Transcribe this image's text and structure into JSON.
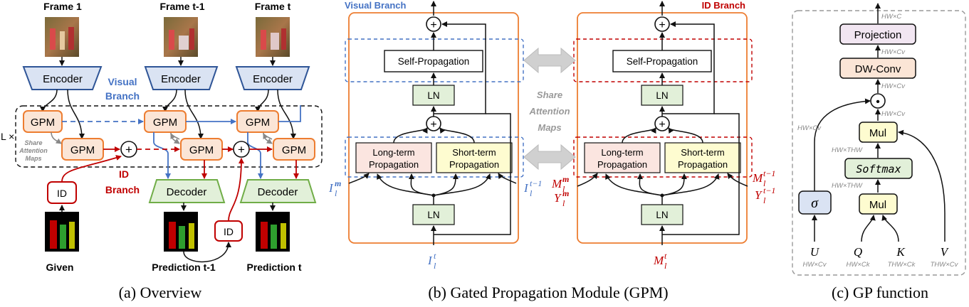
{
  "colors": {
    "visual_blue": "#4472c4",
    "id_red": "#c00000",
    "encoder_fill": "#dae3f3",
    "decoder_fill": "#e2f0d9",
    "gpm_fill": "#fbe5d6",
    "gpm_stroke": "#ed7d31",
    "ln_fill": "#e2f0d9",
    "long_fill": "#fbe5e0",
    "short_fill": "#fefcd0",
    "proj_fill": "#f2e6f2"
  },
  "overview": {
    "frame1": "Frame 1",
    "frame_t1": "Frame t-1",
    "frame_t": "Frame t",
    "encoder": "Encoder",
    "decoder": "Decoder",
    "gpm": "GPM",
    "visual_branch_1": "Visual",
    "visual_branch_2": "Branch",
    "id_branch_1": "ID",
    "id_branch_2": "Branch",
    "lx": "L ×",
    "share_1": "Share",
    "share_2": "Attention",
    "share_3": "Maps",
    "id": "ID",
    "plus": "+",
    "given": "Given",
    "pred_t1": "Prediction t-1",
    "pred_t": "Prediction t",
    "caption": "(a) Overview"
  },
  "gpm_module": {
    "visual_branch": "Visual Branch",
    "id_branch": "ID Branch",
    "self_prop": "Self-Propagation",
    "ln": "LN",
    "long_1": "Long-term",
    "long_2": "Propagation",
    "short_1": "Short-term",
    "short_2": "Propagation",
    "share_1": "Share",
    "share_2": "Attention",
    "share_3": "Maps",
    "plus": "+",
    "I_m": "I",
    "I_m_sup": "m",
    "I_m_sub": "l",
    "I_t1": "I",
    "I_t1_sup": "t−1",
    "I_t1_sub": "l",
    "I_t": "I",
    "I_t_sup": "t",
    "I_t_sub": "l",
    "M_m": "M",
    "M_m_sup": "m",
    "M_m_sub": "l",
    "Y_m": "Y",
    "Y_m_sup": "m",
    "Y_m_sub": "l",
    "M_t1": "M",
    "M_t1_sup": "t−1",
    "M_t1_sub": "l",
    "Y_t1": "Y",
    "Y_t1_sup": "t−1",
    "Y_t1_sub": "l",
    "M_t": "M",
    "M_t_sup": "t",
    "M_t_sub": "l",
    "caption": "(b) Gated Propagation Module (GPM)"
  },
  "gp_function": {
    "projection": "Projection",
    "dwconv": "DW-Conv",
    "mul": "Mul",
    "softmax": "Softmax",
    "sigma": "σ",
    "dot": "•",
    "dim_out": "HW×C",
    "dim_cv": "HW×Cv",
    "dim_thw": "HW×THW",
    "dim_ck": "HW×Ck",
    "dim_tck": "THW×Ck",
    "dim_tcv": "THW×Cv",
    "U": "U",
    "Q": "Q",
    "K": "K",
    "V": "V",
    "caption": "(c) GP function"
  }
}
